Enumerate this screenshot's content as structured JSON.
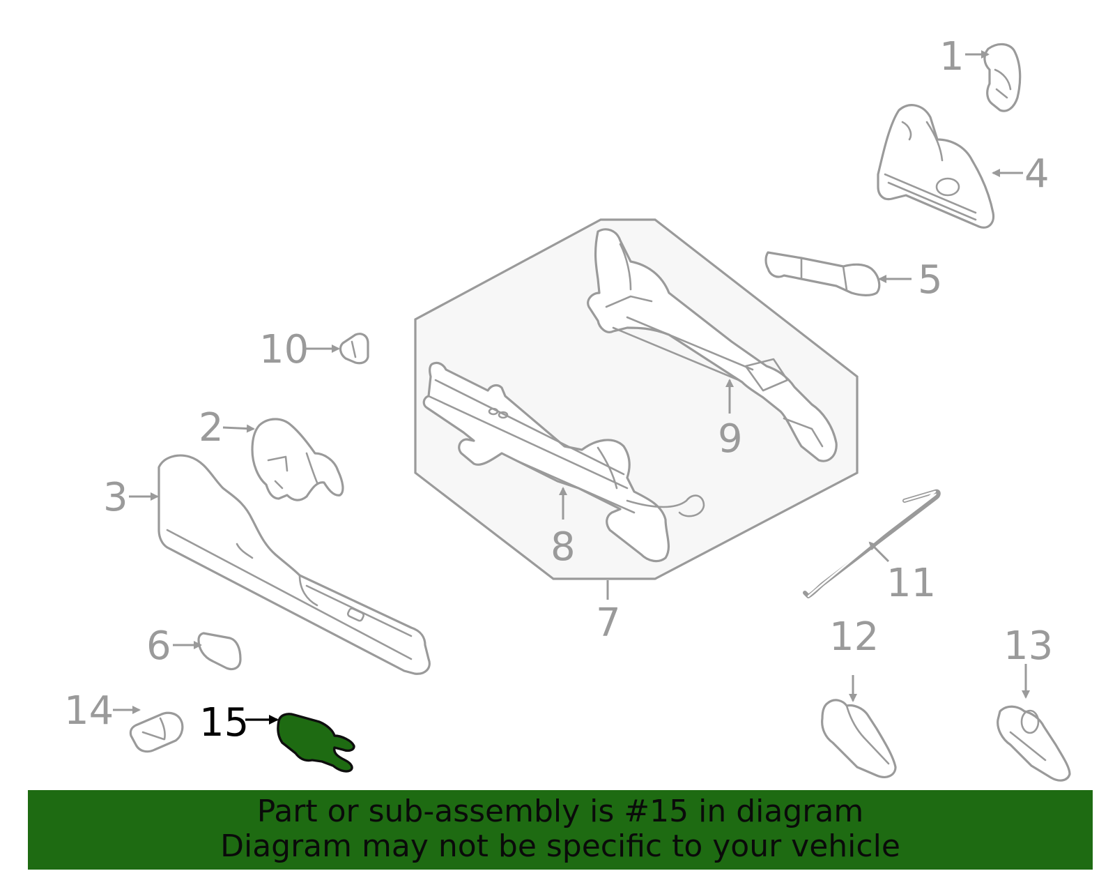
{
  "callouts": {
    "c1": "1",
    "c2": "2",
    "c3": "3",
    "c4": "4",
    "c5": "5",
    "c6": "6",
    "c7": "7",
    "c8": "8",
    "c9": "9",
    "c10": "10",
    "c11": "11",
    "c12": "12",
    "c13": "13",
    "c14": "14",
    "c15": "15"
  },
  "highlighted_part": "15",
  "colors": {
    "highlight": "#1e6b12",
    "line": "#9a9a9a",
    "banner": "#1e6b12"
  },
  "banner": {
    "line1": "Part or sub-assembly is #15 in diagram",
    "line2": "Diagram may not be specific to your vehicle"
  }
}
